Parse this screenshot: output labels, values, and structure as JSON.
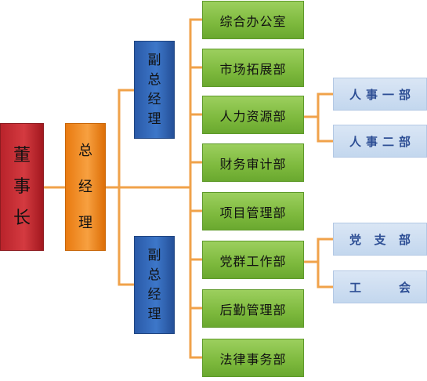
{
  "chairman": [
    "董",
    "事",
    "长"
  ],
  "general_manager": [
    "总",
    "经",
    "理"
  ],
  "vice_managers": [
    [
      "副",
      "总",
      "经",
      "理"
    ],
    [
      "副",
      "总",
      "经",
      "理"
    ]
  ],
  "departments": [
    "综合办公室",
    "市场拓展部",
    "人力资源部",
    "财务审计部",
    "项目管理部",
    "党群工作部",
    "后勤管理部",
    "法律事务部"
  ],
  "sub_units": {
    "hr": [
      [
        "人",
        "事",
        "一",
        "部"
      ],
      [
        "人",
        "事",
        "二",
        "部"
      ]
    ],
    "party": [
      [
        "党",
        "支",
        "部"
      ],
      [
        "工",
        "会"
      ]
    ]
  },
  "colors": {
    "chairman": "#c62d33",
    "general_manager": "#f08a24",
    "vice_manager": "#3366b8",
    "department": "#7db93d",
    "sub_unit": "#cfdef2",
    "connector": "#f0a24a"
  }
}
